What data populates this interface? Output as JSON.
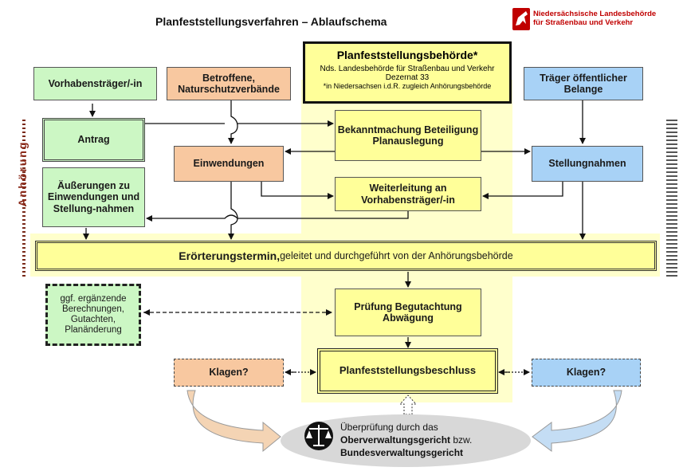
{
  "title": "Planfeststellungsverfahren – Ablaufschema",
  "logo": {
    "line1": "Niedersächsische Landesbehörde",
    "line2": "für Straßenbau und Verkehr"
  },
  "side_label": "Anhörung",
  "authority": {
    "title": "Planfeststellungsbehörde*",
    "line1": "Nds. Landesbehörde für Straßenbau und Verkehr",
    "line2": "Dezernat 33",
    "footnote": "*in Niedersachsen i.d.R. zugleich Anhörungsbehörde"
  },
  "boxes": {
    "vorhabentraeger": "Vorhabensträger/-in",
    "betroffene": "Betroffene, Naturschutzverbände",
    "traeger_belange": "Träger öffentlicher Belange",
    "antrag": "Antrag",
    "bekanntmachung": "Bekanntmachung Beteiligung Planauslegung",
    "einwendungen": "Einwendungen",
    "stellungnahmen": "Stellungnahmen",
    "aeusserungen": "Äußerungen zu Einwendungen und Stellung-nahmen",
    "weiterleitung": "Weiterleitung an Vorhabensträger/-in",
    "eroerterung_bold": "Erörterungstermin,",
    "eroerterung_rest": " geleitet und durchgeführt von der Anhörungsbehörde",
    "ergaenzende": "ggf. ergänzende Berechnungen, Gutachten, Planänderung",
    "pruefung": "Prüfung Begutachtung Abwägung",
    "beschluss": "Planfeststellungsbeschluss",
    "klagen_left": "Klagen?",
    "klagen_right": "Klagen?"
  },
  "court": {
    "line1": "Überprüfung durch das",
    "line2": "Oberverwaltungsgericht",
    "line2_suffix": " bzw.",
    "line3": "Bundesverwaltungsgericht"
  },
  "colors": {
    "green": "#ccf7c4",
    "orange": "#f8c8a0",
    "blue": "#a8d2f6",
    "yellow": "#ffff99",
    "logo_red": "#c00000",
    "anhoerung": "#8b2a1a"
  }
}
